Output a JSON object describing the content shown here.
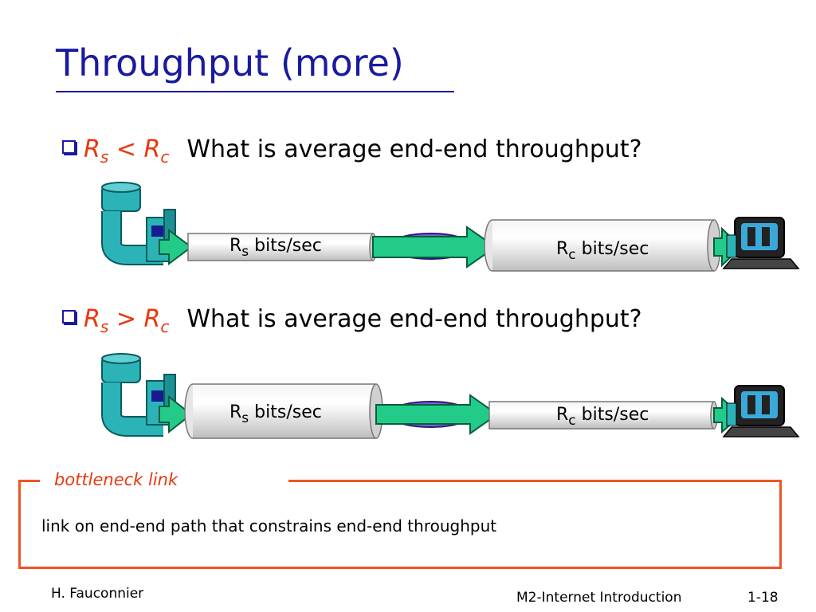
{
  "slide": {
    "title": "Throughput (more)"
  },
  "scenario_1": {
    "cond_r": "R",
    "cond_r_sub": "s",
    "cond_op": " < ",
    "cond_r2": "R",
    "cond_r2_sub": "c",
    "question": "What is average end-end throughput?",
    "pipe_server_label_r": "R",
    "pipe_server_label_sub": "s",
    "pipe_server_label_rest": " bits/sec",
    "pipe_client_label_r": "R",
    "pipe_client_label_sub": "c",
    "pipe_client_label_rest": " bits/sec"
  },
  "scenario_2": {
    "cond_r": "R",
    "cond_r_sub": "s",
    "cond_op": " > ",
    "cond_r2": "R",
    "cond_r2_sub": "c",
    "question": "What is average end-end throughput?",
    "pipe_server_label_r": "R",
    "pipe_server_label_sub": "s",
    "pipe_server_label_rest": " bits/sec",
    "pipe_client_label_r": "R",
    "pipe_client_label_sub": "c",
    "pipe_client_label_rest": " bits/sec"
  },
  "definition": {
    "title": "bottleneck link",
    "text": "link on end-end path that constrains  end-end throughput"
  },
  "footer": {
    "author": "H. Fauconnier",
    "course": "M2-Internet Introduction",
    "page": "1-18"
  },
  "colors": {
    "title": "#1a1aa0",
    "accent": "#e8380d",
    "arrow": "#22cc88",
    "server": "#2bb3b8",
    "box": "#ee5522"
  },
  "icons": {
    "server": "server-icon",
    "client": "computer-icon"
  }
}
